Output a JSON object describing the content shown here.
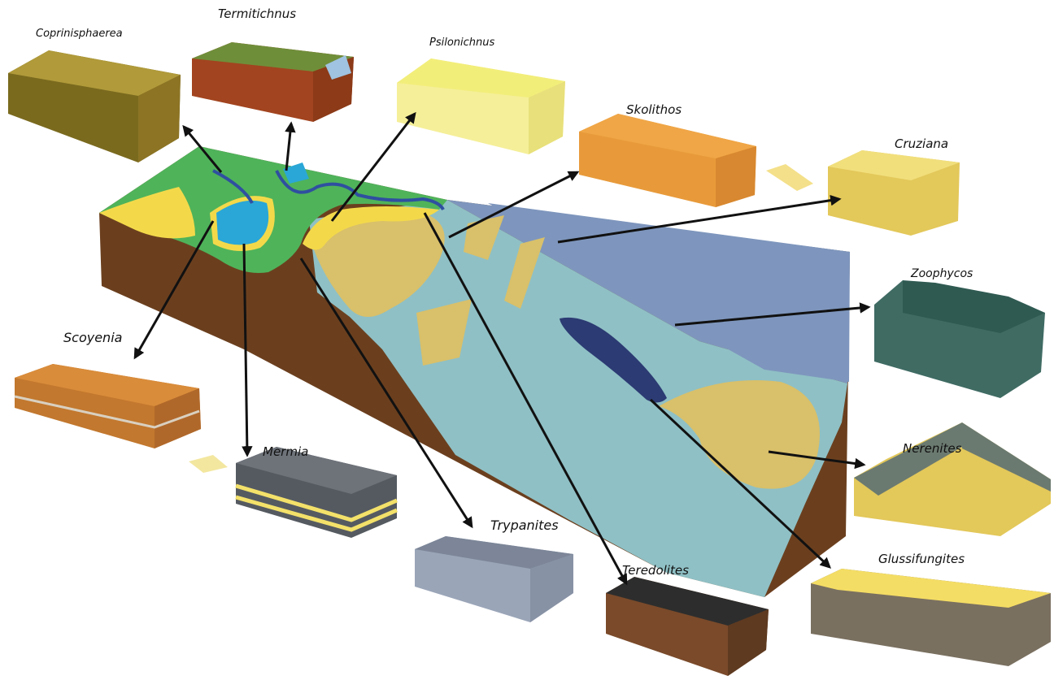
{
  "figure": {
    "labels": {
      "coprinisphaerea": "Coprinisphaerea",
      "termitichnus": "Termitichnus",
      "psilonichnus": "Psilonichnus",
      "skolithos": "Skolithos",
      "cruziana": "Cruziana",
      "zoophycos": "Zoophycos",
      "scoyenia": "Scoyenia",
      "mermia": "Mermia",
      "trypanites": "Trypanites",
      "teredolites": "Teredolites",
      "nerenites": "Nerenites",
      "glossifungites": "Glussifungites"
    },
    "colors": {
      "continental_green": "#4fb35a",
      "river_blue": "#2f4fa0",
      "lake_blue": "#2aa7d6",
      "beach_yellow": "#f3d94a",
      "sand_tan": "#d9c06a",
      "shelf_teal": "#8fc0c5",
      "deep_blue": "#7e96bd",
      "canyon_navy": "#2c3b73",
      "substrate_brown": "#6b3f1e"
    }
  }
}
